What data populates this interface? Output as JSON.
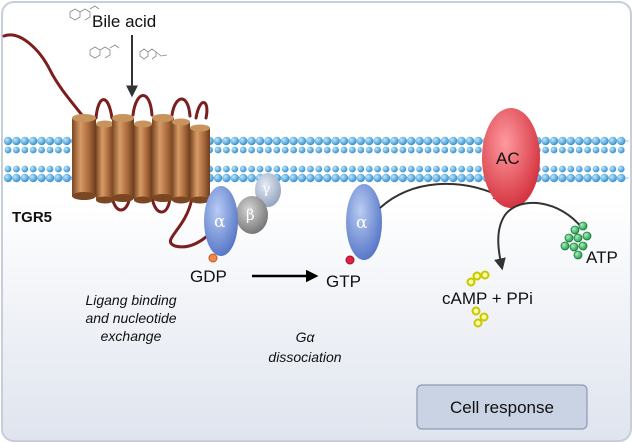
{
  "labels": {
    "ligand": "Bile acid",
    "receptor": "TGR5",
    "alpha": "α",
    "beta": "β",
    "gamma": "γ",
    "alpha_free": "α",
    "gdp": "GDP",
    "gtp": "GTP",
    "enzyme": "AC",
    "atp": "ATP",
    "products": "cAMP + PPi",
    "step1_line1": "Ligang binding",
    "step1_line2": "and nucleotide",
    "step1_line3": "exchange",
    "step2_line1": "Gα",
    "step2_line2": "dissociation",
    "response": "Cell response"
  },
  "colors": {
    "membrane_bead": "#4aa7dc",
    "receptor": "#a96a3c",
    "receptor_loop": "#7a1e1e",
    "g_alpha": "#6f8fd6",
    "g_beta": "#8a8a8a",
    "g_gamma": "#a8b8d0",
    "ac": "#e0444c",
    "atp": "#2eb05a",
    "camp": "#e8e830",
    "gdp_dot": "#f08a4a",
    "gtp_dot": "#e02040",
    "response_box": "#c9d3e3"
  }
}
